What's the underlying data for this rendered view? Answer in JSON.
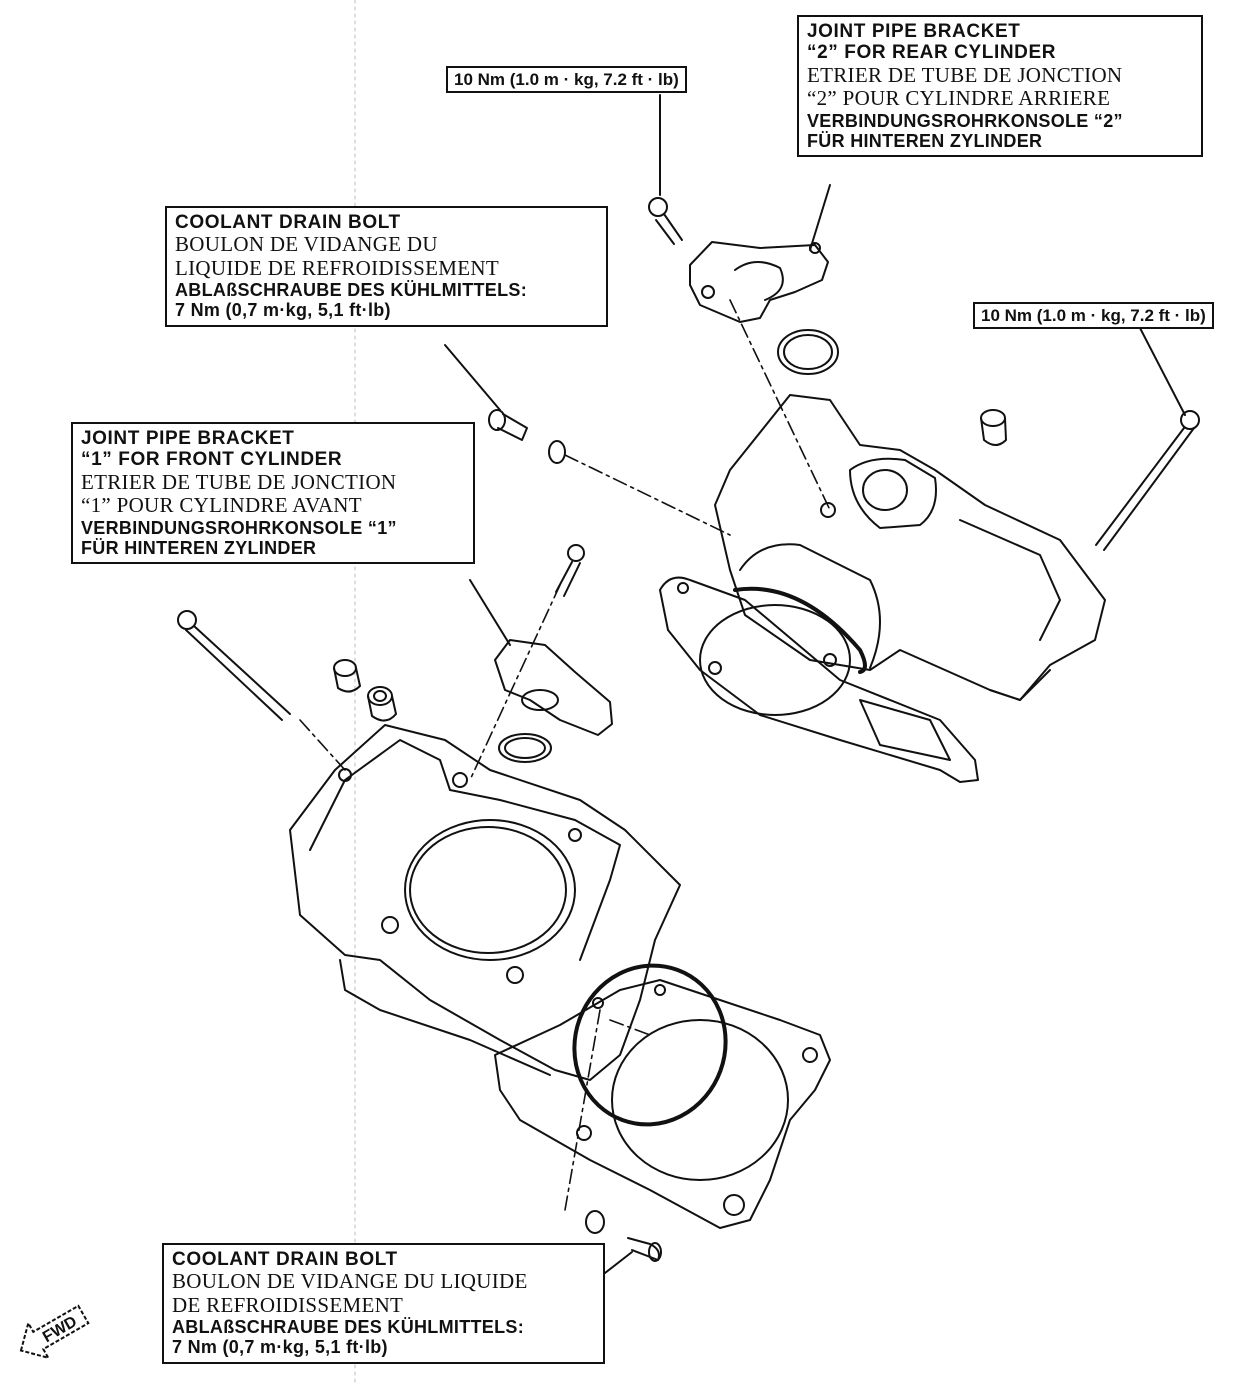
{
  "torque_top": "10 Nm (1.0 m · kg, 7.2 ft · lb)",
  "torque_right": "10 Nm (1.0 m · kg, 7.2 ft · lb)",
  "rear_bracket": {
    "en1": "JOINT PIPE BRACKET",
    "en2": "“2” FOR REAR CYLINDER",
    "fr1": "ETRIER DE TUBE DE JONCTION",
    "fr2": "“2” POUR CYLINDRE ARRIERE",
    "de1": "VERBINDUNGSROHRKONSOLE “2”",
    "de2": "FÜR HINTEREN ZYLINDER"
  },
  "drain_top": {
    "en": "COOLANT DRAIN BOLT",
    "fr1": "BOULON DE VIDANGE DU",
    "fr2": "LIQUIDE DE REFROIDISSEMENT",
    "de": "ABLAßSCHRAUBE DES KÜHLMITTELS:",
    "torque": "7 Nm (0,7 m·kg, 5,1 ft·lb)"
  },
  "front_bracket": {
    "en1": "JOINT PIPE BRACKET",
    "en2": "“1” FOR FRONT CYLINDER",
    "fr1": "ETRIER DE TUBE DE JONCTION",
    "fr2": "“1” POUR CYLINDRE AVANT",
    "de1": "VERBINDUNGSROHRKONSOLE “1”",
    "de2": "FÜR HINTEREN ZYLINDER"
  },
  "drain_bottom": {
    "en": "COOLANT DRAIN BOLT",
    "fr1": "BOULON DE VIDANGE DU LIQUIDE",
    "fr2": "DE REFROIDISSEMENT",
    "de": "ABLAßSCHRAUBE DES KÜHLMITTELS:",
    "torque": "7 Nm (0,7 m·kg, 5,1 ft·lb)"
  },
  "fwd_label": "FWD",
  "colors": {
    "ink": "#111111",
    "paper": "#ffffff"
  }
}
